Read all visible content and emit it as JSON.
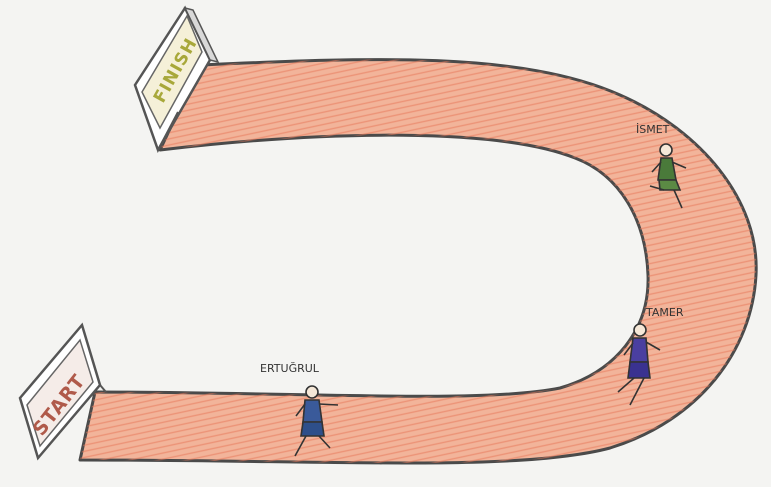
{
  "signs": {
    "finish": "FINISH",
    "start": "START"
  },
  "runners": [
    {
      "name": "İSMET",
      "shirt": "#4a7a3a",
      "shorts": "#5b8a44"
    },
    {
      "name": "TAMER",
      "shirt": "#4a3fa0",
      "shorts": "#3a3290"
    },
    {
      "name": "ERTUĞRUL",
      "shirt": "#3a5a9a",
      "shorts": "#2e4f8a"
    }
  ],
  "colors": {
    "track_fill": "#f2b49a",
    "track_stroke": "#4a4a4a",
    "track_hatch": "#e8785a",
    "paper": "#f4f4f2",
    "finish_text": "#a8a83a",
    "start_text": "#b05a4a"
  }
}
